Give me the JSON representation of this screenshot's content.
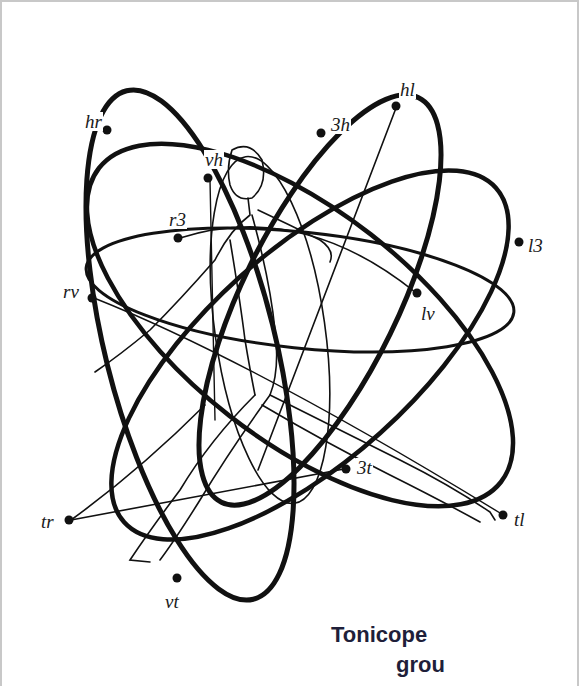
{
  "diagram": {
    "labels": [
      "hr",
      "3h",
      "hl",
      "vh",
      "r3",
      "l3",
      "rv",
      "lv",
      "3t",
      "tr",
      "tl",
      "vt",
      "Tonicope",
      "grou"
    ]
  }
}
